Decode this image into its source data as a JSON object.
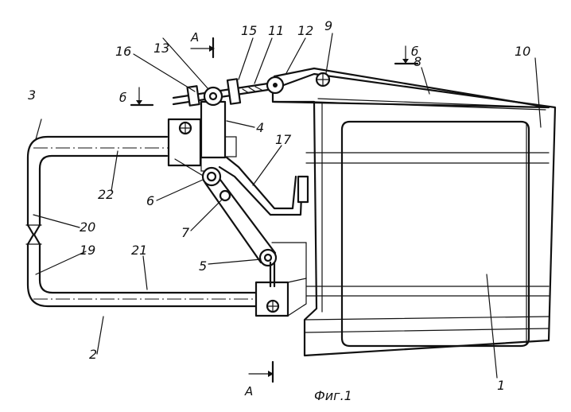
{
  "labels": {
    "n1": "1",
    "n2": "2",
    "n3": "3",
    "n4": "4",
    "n5": "5",
    "n6": "6",
    "n7": "7",
    "n8": "8",
    "n9": "9",
    "n10": "10",
    "n11": "11",
    "n12": "12",
    "n13": "13",
    "n15": "15",
    "n16": "16",
    "n17": "17",
    "n19": "19",
    "n20": "20",
    "n21": "21",
    "n22": "22"
  },
  "sections": {
    "a_top": "А",
    "a_bottom": "А",
    "b_left": "б",
    "b_right": "б"
  },
  "caption": "Фиг.1"
}
